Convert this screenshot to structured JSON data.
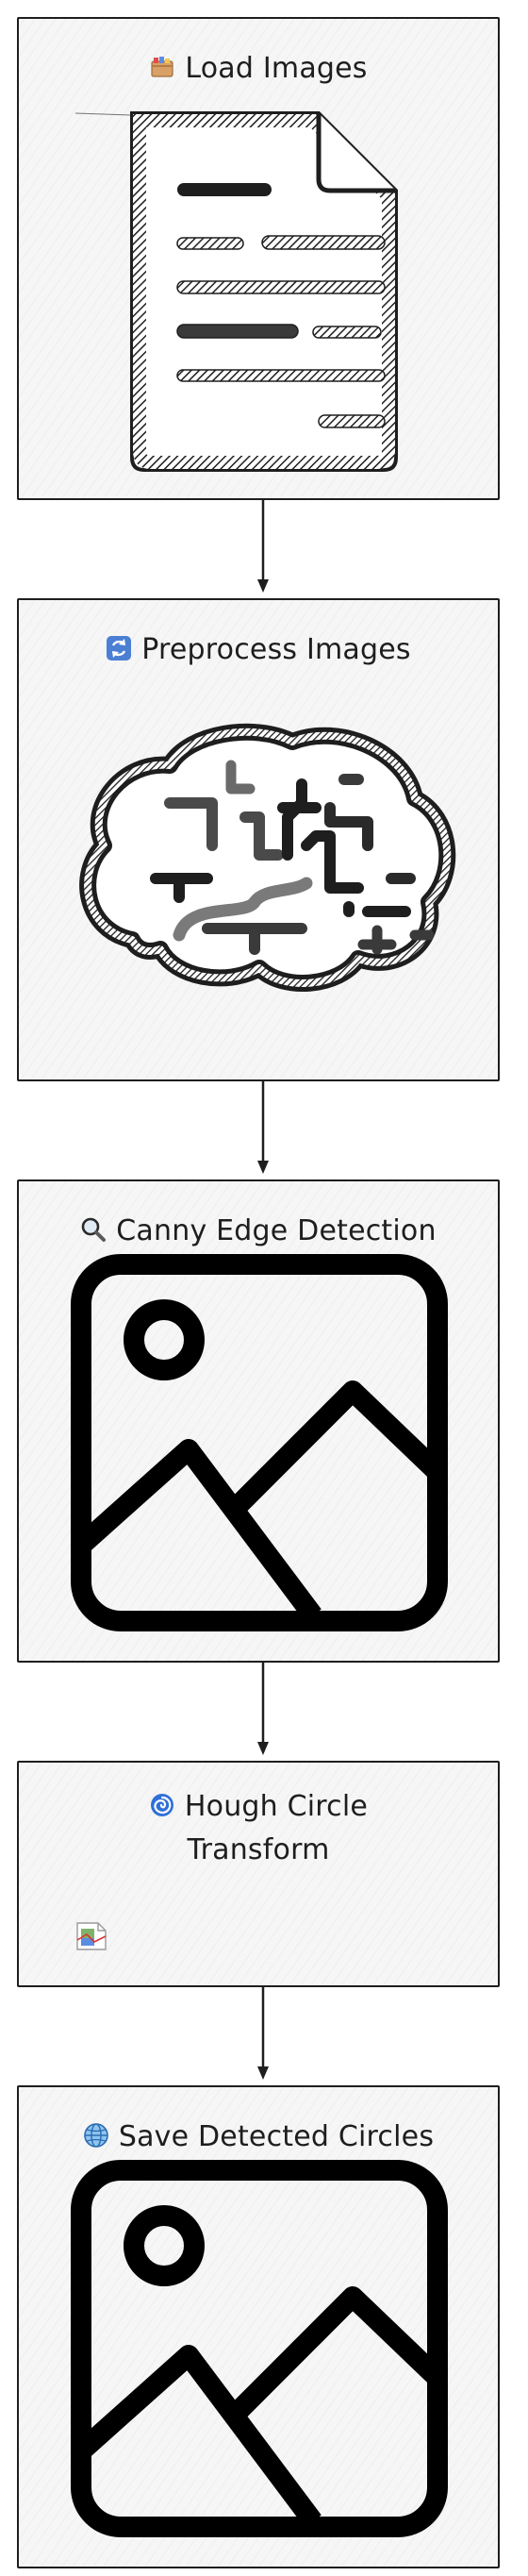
{
  "diagram": {
    "type": "flowchart",
    "direction": "top-to-bottom",
    "nodes": [
      {
        "id": "load",
        "label": "Load Images",
        "icon": "card-index-icon",
        "illustration": "document-icon"
      },
      {
        "id": "preprocess",
        "label": "Preprocess Images",
        "icon": "refresh-icon",
        "illustration": "brain-icon"
      },
      {
        "id": "canny",
        "label": "Canny Edge Detection",
        "icon": "magnifier-icon",
        "illustration": "image-placeholder-icon"
      },
      {
        "id": "hough",
        "label": "Hough Circle Transform",
        "icon": "cyclone-icon",
        "illustration": "broken-image-icon"
      },
      {
        "id": "save",
        "label": "Save Detected Circles",
        "icon": "globe-icon",
        "illustration": "image-placeholder-icon"
      }
    ],
    "edges": [
      {
        "from": "load",
        "to": "preprocess"
      },
      {
        "from": "preprocess",
        "to": "canny"
      },
      {
        "from": "canny",
        "to": "hough"
      },
      {
        "from": "hough",
        "to": "save"
      }
    ],
    "colors": {
      "stroke": "#1e1e1e",
      "node_fill": "#f6f6f6",
      "refresh_icon": "#4a7fd4",
      "cyclone_icon": "#2f6fd8"
    }
  }
}
